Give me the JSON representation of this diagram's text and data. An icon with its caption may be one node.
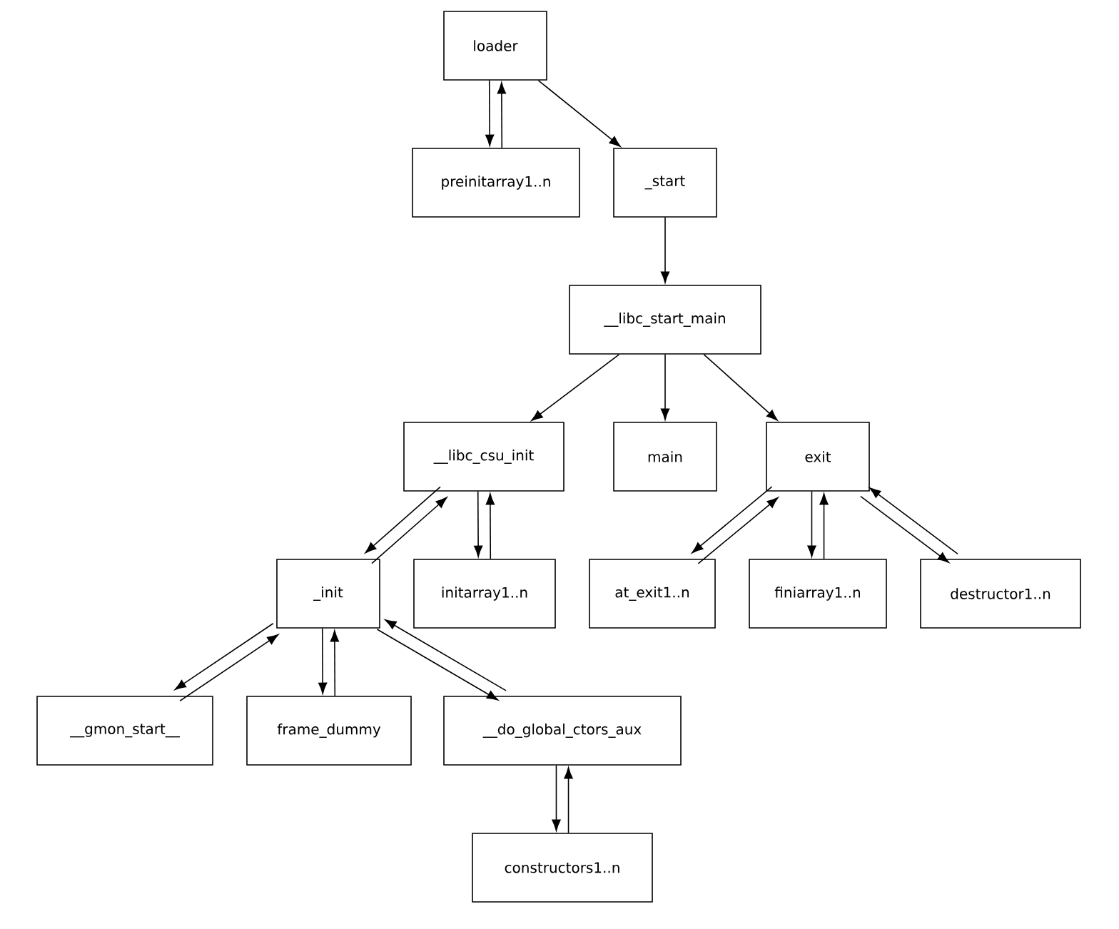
{
  "diagram": {
    "nodes": [
      {
        "text": [
          "loader"
        ]
      },
      {
        "text": [
          "preinitarray1..n"
        ]
      },
      {
        "text": [
          "_start"
        ]
      },
      {
        "text": [
          "__libc_start_main"
        ]
      },
      {
        "text": [
          "__libc_csu_init"
        ]
      },
      {
        "text": [
          "main"
        ]
      },
      {
        "text": [
          "exit"
        ]
      },
      {
        "text": [
          "_init"
        ]
      },
      {
        "text": [
          "initarray1..n"
        ]
      },
      {
        "text": [
          "at_exit1..n"
        ]
      },
      {
        "text": [
          "finiarray1..n"
        ]
      },
      {
        "text": [
          "destructor1..n"
        ]
      },
      {
        "text": [
          "__gmon_start__"
        ]
      },
      {
        "text": [
          "frame_dummy"
        ]
      },
      {
        "text": [
          "__do_global_ctors_aux"
        ]
      },
      {
        "text": [
          "constructors1..n"
        ]
      }
    ],
    "edges": [
      {
        "from": 0,
        "to": 1,
        "arrow": "to"
      },
      {
        "from": 1,
        "to": 0,
        "arrow": "to"
      },
      {
        "from": 0,
        "to": 2,
        "arrow": "to"
      },
      {
        "from": 2,
        "to": 3,
        "arrow": "to"
      },
      {
        "from": 3,
        "to": 4,
        "arrow": "to"
      },
      {
        "from": 3,
        "to": 5,
        "arrow": "to"
      },
      {
        "from": 3,
        "to": 6,
        "arrow": "to"
      },
      {
        "from": 4,
        "to": 7,
        "arrow": "to"
      },
      {
        "from": 7,
        "to": 4,
        "arrow": "to"
      },
      {
        "from": 4,
        "to": 8,
        "arrow": "to"
      },
      {
        "from": 8,
        "to": 4,
        "arrow": "to"
      },
      {
        "from": 6,
        "to": 9,
        "arrow": "to"
      },
      {
        "from": 9,
        "to": 6,
        "arrow": "to"
      },
      {
        "from": 6,
        "to": 10,
        "arrow": "to"
      },
      {
        "from": 10,
        "to": 6,
        "arrow": "to"
      },
      {
        "from": 6,
        "to": 11,
        "arrow": "to"
      },
      {
        "from": 11,
        "to": 6,
        "arrow": "to"
      },
      {
        "from": 7,
        "to": 12,
        "arrow": "to"
      },
      {
        "from": 12,
        "to": 7,
        "arrow": "to"
      },
      {
        "from": 7,
        "to": 13,
        "arrow": "to"
      },
      {
        "from": 13,
        "to": 7,
        "arrow": "to"
      },
      {
        "from": 7,
        "to": 14,
        "arrow": "to"
      },
      {
        "from": 14,
        "to": 7,
        "arrow": "to"
      },
      {
        "from": 14,
        "to": 15,
        "arrow": "to"
      },
      {
        "from": 15,
        "to": 14,
        "arrow": "to"
      }
    ]
  }
}
